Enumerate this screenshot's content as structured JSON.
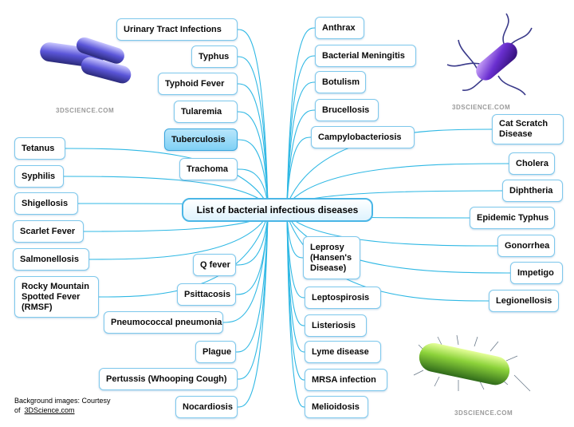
{
  "center": "List of bacterial infectious diseases",
  "credit": {
    "text": "Background images: Courtesy",
    "of": "of",
    "link": "3DScience.com"
  },
  "watermarks": [
    "3DSCIENCE.COM",
    "3DSCIENCE.COM",
    "3DSCIENCE.COM"
  ],
  "left_upper": [
    "Urinary Tract Infections",
    "Typhus",
    "Typhoid Fever",
    "Tularemia",
    "Tuberculosis",
    "Trachoma"
  ],
  "left_far": [
    "Tetanus",
    "Syphilis",
    "Shigellosis",
    "Scarlet Fever",
    "Salmonellosis",
    "Rocky Mountain Spotted Fever (RMSF)"
  ],
  "left_lower": [
    "Q fever",
    "Psittacosis",
    "Pneumococcal pneumonia",
    "Plague",
    "Pertussis (Whooping Cough)",
    "Nocardiosis"
  ],
  "right_upper": [
    "Anthrax",
    "Bacterial Meningitis",
    "Botulism",
    "Brucellosis",
    "Campylobacteriosis"
  ],
  "right_lower": [
    "Leprosy (Hansen's Disease)",
    "Leptospirosis",
    "Listeriosis",
    "Lyme disease",
    "MRSA infection",
    "Melioidosis"
  ],
  "right_far": [
    "Cat Scratch Disease",
    "Cholera",
    "Diphtheria",
    "Epidemic Typhus",
    "Gonorrhea",
    "Impetigo",
    "Legionellosis"
  ],
  "highlighted": "Tuberculosis",
  "colors": {
    "link": "#2fb8e4",
    "border": "#7ec8ec",
    "highlight": "#7fd0f5"
  }
}
